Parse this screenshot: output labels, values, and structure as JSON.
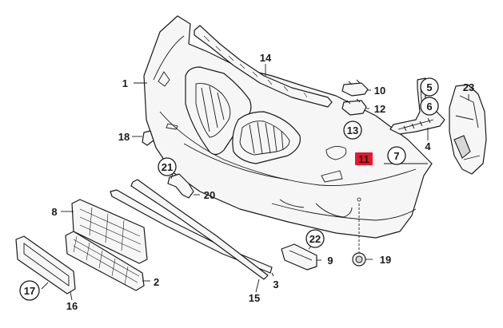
{
  "diagram": {
    "highlight_color": "#e8162a",
    "callouts": [
      {
        "id": "1",
        "text": "1",
        "circled": false,
        "highlighted": false
      },
      {
        "id": "2",
        "text": "2",
        "circled": false,
        "highlighted": false
      },
      {
        "id": "3",
        "text": "3",
        "circled": false,
        "highlighted": false
      },
      {
        "id": "4",
        "text": "4",
        "circled": false,
        "highlighted": false
      },
      {
        "id": "5",
        "text": "5",
        "circled": true,
        "highlighted": false
      },
      {
        "id": "6",
        "text": "6",
        "circled": true,
        "highlighted": false
      },
      {
        "id": "7",
        "text": "7",
        "circled": true,
        "highlighted": false
      },
      {
        "id": "8",
        "text": "8",
        "circled": false,
        "highlighted": false
      },
      {
        "id": "9",
        "text": "9",
        "circled": false,
        "highlighted": false
      },
      {
        "id": "10",
        "text": "10",
        "circled": false,
        "highlighted": false
      },
      {
        "id": "11",
        "text": "11",
        "circled": false,
        "highlighted": true
      },
      {
        "id": "12",
        "text": "12",
        "circled": false,
        "highlighted": false
      },
      {
        "id": "13",
        "text": "13",
        "circled": true,
        "highlighted": false
      },
      {
        "id": "14",
        "text": "14",
        "circled": false,
        "highlighted": false
      },
      {
        "id": "15",
        "text": "15",
        "circled": false,
        "highlighted": false
      },
      {
        "id": "16",
        "text": "16",
        "circled": false,
        "highlighted": false
      },
      {
        "id": "17",
        "text": "17",
        "circled": true,
        "highlighted": false
      },
      {
        "id": "18",
        "text": "18",
        "circled": false,
        "highlighted": false
      },
      {
        "id": "19",
        "text": "19",
        "circled": false,
        "highlighted": false
      },
      {
        "id": "20",
        "text": "20",
        "circled": false,
        "highlighted": false
      },
      {
        "id": "21",
        "text": "21",
        "circled": true,
        "highlighted": false
      },
      {
        "id": "22",
        "text": "22",
        "circled": true,
        "highlighted": false
      },
      {
        "id": "23",
        "text": "23",
        "circled": false,
        "highlighted": false
      }
    ]
  }
}
